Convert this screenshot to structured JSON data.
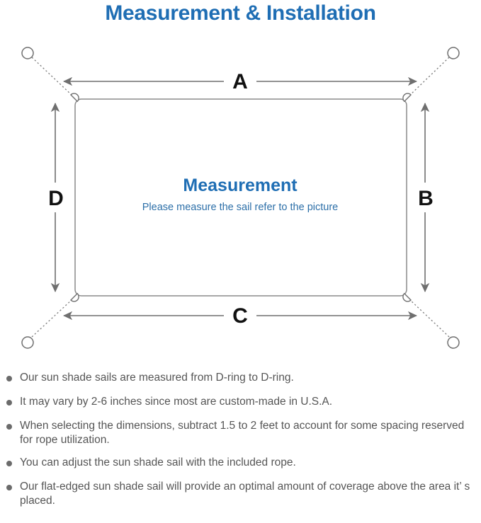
{
  "title": "Measurement & Installation",
  "colors": {
    "title_blue": "#1f6eb4",
    "center_heading_blue": "#1f6eb4",
    "center_sub_blue": "#2c6fa8",
    "line_gray": "#7d7d7d",
    "sail_outline": "#8a8a8a",
    "bullet_gray": "#6b6b6b",
    "note_text": "#555555",
    "label_black": "#111111"
  },
  "diagram": {
    "center_heading": "Measurement",
    "center_sub": "Please measure the sail refer to the picture",
    "labels": {
      "top": "A",
      "right": "B",
      "bottom": "C",
      "left": "D"
    },
    "icons": {
      "anchor_top_left": "anchor-ring-icon",
      "anchor_top_right": "anchor-ring-icon",
      "anchor_bottom_left": "anchor-ring-icon",
      "anchor_bottom_right": "anchor-ring-icon",
      "d_ring_top_left": "d-ring-icon",
      "d_ring_top_right": "d-ring-icon",
      "d_ring_bottom_left": "d-ring-icon",
      "d_ring_bottom_right": "d-ring-icon"
    }
  },
  "notes": [
    "Our sun shade sails are measured from D-ring to D-ring.",
    "It may vary by 2-6 inches since most are custom-made in U.S.A.",
    "When selecting the dimensions, subtract 1.5 to 2 feet to account for some spacing reserved for rope utilization.",
    "You can adjust the sun shade sail with the included rope.",
    "Our flat-edged sun shade sail will provide an optimal amount of coverage above the area it’ s placed."
  ]
}
